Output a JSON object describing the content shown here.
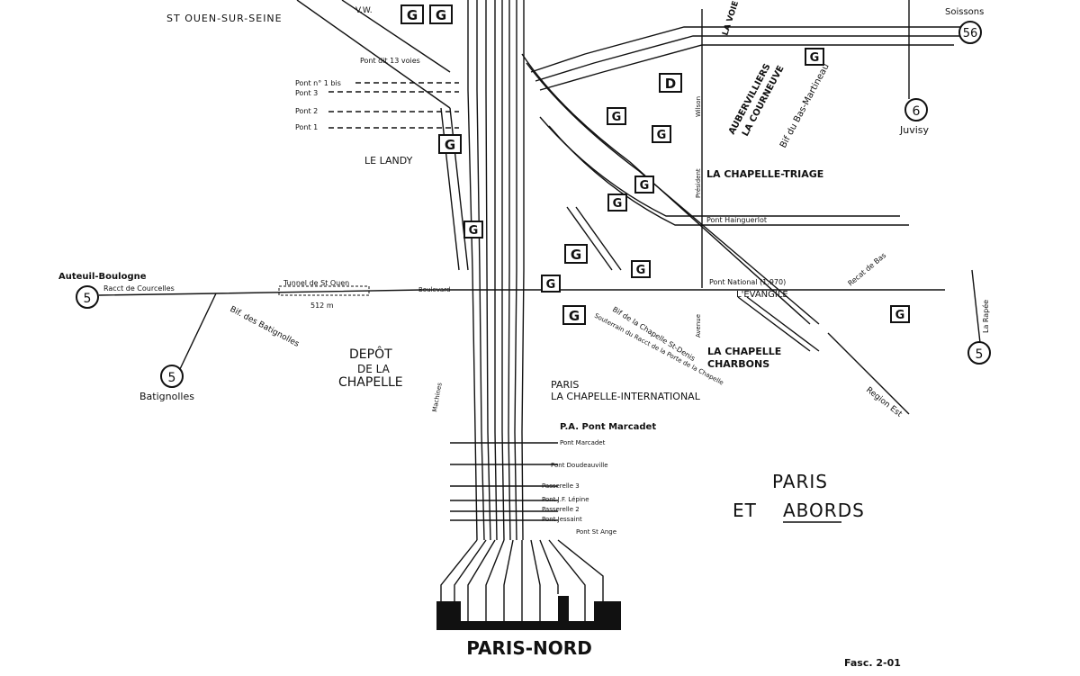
{
  "map": {
    "title_line1": "PARIS",
    "title_line2_prefix": "ET",
    "title_line2_main": "ABORDS",
    "terminus": "PARIS-NORD",
    "fascicle": "Fasc. 2-01",
    "labels": {
      "st_ouen": "ST OUEN-SUR-SEINE",
      "vw": "V.W.",
      "soissons": "Soissons",
      "juvisy": "Juvisy",
      "pont_13": "Pont dit 13 voies",
      "pont_1bis": "Pont n° 1 bis",
      "pont_3": "Pont 3",
      "pont_2": "Pont 2",
      "pont_1": "Pont 1",
      "le_landy": "LE LANDY",
      "aubervilliers": "AUBERVILLIERS",
      "la_courneuve": "LA COURNEUVE",
      "bif_bas_martineau": "Bif du Bas-Martineau",
      "chapelle_triage": "LA CHAPELLE-TRIAGE",
      "pont_hainguerlot": "Pont Hainguerlot",
      "pont_national": "Pont National (1.970)",
      "evangile": "L'EVANGILE",
      "recat_bas": "Recat de Bas",
      "la_rapee": "La Rapée",
      "auteuil_boulogne": "Auteuil-Boulogne",
      "racet_courcelles": "Racct de Courcelles",
      "tunnel_st_ouen": "Tunnel de St Ouen",
      "tunnel_length": "512 m",
      "boulevard": "Boulevard",
      "bif_batignolles": "Bif. des Batignolles",
      "batignolles": "Batignolles",
      "depot1": "DEPÔT",
      "depot2": "DE LA",
      "depot3": "CHAPELLE",
      "bif_chapelle": "Bif de la Chapelle St-Denis",
      "souterrain": "Souterrain du Racct de la Porte de la Chapelle",
      "chapelle_charbons1": "LA CHAPELLE",
      "chapelle_charbons2": "CHARBONS",
      "region_est": "Region Est",
      "paris_intl1": "PARIS",
      "paris_intl2": "LA CHAPELLE-INTERNATIONAL",
      "pa_pont_marcadet": "P.A. Pont Marcadet",
      "pont_marcadet": "Pont Marcadet",
      "pont_doudeauville": "Pont Doudeauville",
      "passerelle_3": "Passerelle 3",
      "pont_lepine": "Pont J.F. Lépine",
      "passerelle_2": "Passerelle 2",
      "pont_jessaint": "Pont Jessaint",
      "pont_st_ange": "Pont St Ange",
      "machines": "Machines",
      "wilson": "Wilson",
      "president": "Président",
      "avenue": "Avenue",
      "la_voie": "LA VOIE"
    },
    "circles": {
      "auteuil": "5",
      "batignolles": "5",
      "soissons": "56",
      "juvisy": "6",
      "rapee": "5"
    },
    "yard_marker": "G",
    "depot_marker": "D"
  }
}
